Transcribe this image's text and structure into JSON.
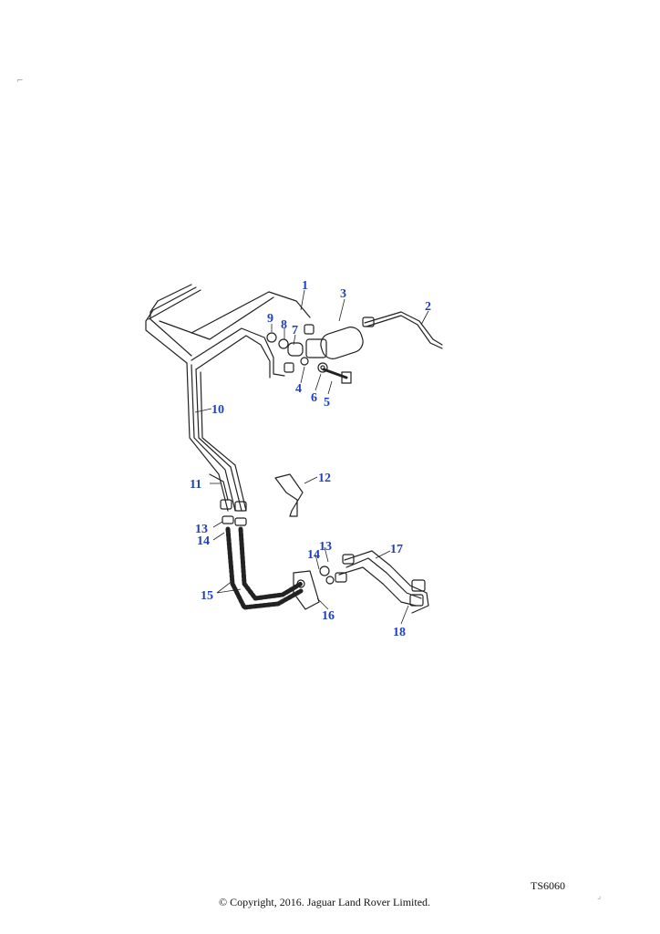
{
  "diagram": {
    "callouts": [
      "1",
      "2",
      "3",
      "4",
      "5",
      "6",
      "7",
      "8",
      "9",
      "10",
      "11",
      "12",
      "13",
      "14",
      "15",
      "16",
      "17",
      "18",
      "13",
      "14"
    ],
    "reference_code": "TS6060",
    "copyright": "© Copyright, 2016. Jaguar Land Rover Limited."
  },
  "colors": {
    "callout_text": "#1f3fbf",
    "line_art": "#222222",
    "background": "#ffffff"
  }
}
